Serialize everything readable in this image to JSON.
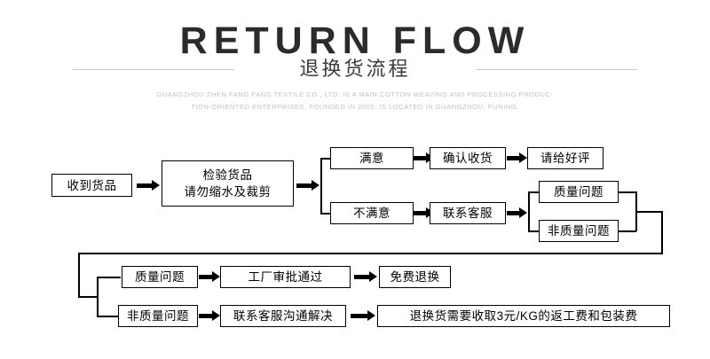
{
  "header": {
    "title_en": "RETURN FLOW",
    "title_cn": "退换货流程",
    "blurb_line1": "GUANGZHOU ZHEN FANG FANG TEXTILE CO., LTD. IS A MAIN COTTON WEAVING AND PROCESSING PRODUC-",
    "blurb_line2": "TION-ORIENTED ENTERPRISES, FOUNDED IN 2005, IS LOCATED IN GUANGZHOU, PUNING."
  },
  "colors": {
    "ink": "#000000",
    "title": "#2b2b2b",
    "rule": "#c9c9c9",
    "blurb": "#c2c2c2",
    "background": "#ffffff"
  },
  "flow": {
    "nodes": {
      "receive_goods": "收到货品",
      "inspect_goods": "检验货品\n请勿缩水及裁剪",
      "satisfied": "满意",
      "confirm_receipt": "确认收货",
      "give_good_review": "请给好评",
      "not_satisfied": "不满意",
      "contact_service": "联系客服",
      "quality_issue_upper": "质量问题",
      "non_quality_issue_upper": "非质量问题",
      "quality_issue_lower": "质量问题",
      "factory_approval": "工厂审批通过",
      "free_exchange": "免费退换",
      "non_quality_issue_lower": "非质量问题",
      "contact_service_resolve": "联系客服沟通解决",
      "return_fee_note": "退换货需要收取3元/KG的返工费和包装费"
    }
  }
}
